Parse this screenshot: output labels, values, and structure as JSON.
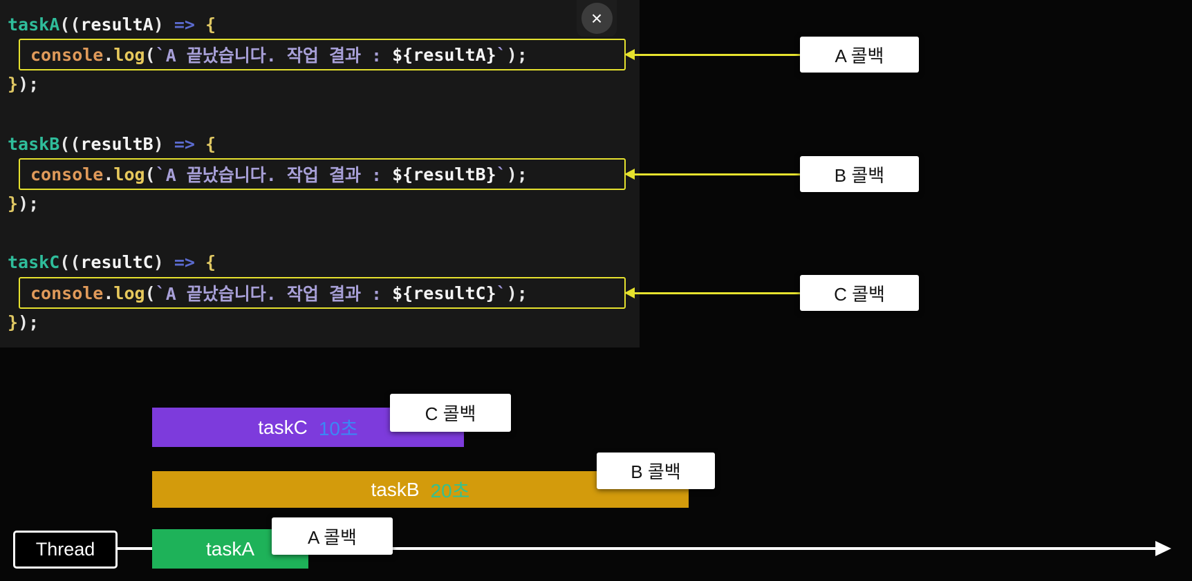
{
  "colors": {
    "page_background": "#060606",
    "code_background": "#181818",
    "highlight_yellow": "#e6e22e",
    "thread_arrow_white": "#ffffff"
  },
  "syntax_colors": {
    "function_name": "#2fbd9b",
    "plain": "#e8e8e8",
    "arrow_operator": "#5b6bcf",
    "brace": "#dfc763",
    "console": "#e09a5a",
    "log": "#e7c95c",
    "string": "#a8a0d8",
    "template_var": "#f5f5f5"
  },
  "close_button": {
    "glyph": "×"
  },
  "code": {
    "blocks": [
      {
        "header": {
          "fn": "taskA",
          "open": "((",
          "param": "resultA",
          "close": ") ",
          "arrow": "=> ",
          "brace": "{"
        },
        "log": {
          "console": "console",
          "dot": ".",
          "log": "log",
          "paren": "(",
          "tick_open": "`",
          "text": "A 끝났습니다. 작업 결과 : ",
          "template": "${resultA}",
          "tick_close": "`",
          "end": ");"
        },
        "footer_brace": "}",
        "footer_rest": ");",
        "callback_label": "A 콜백"
      },
      {
        "header": {
          "fn": "taskB",
          "open": "((",
          "param": "resultB",
          "close": ") ",
          "arrow": "=> ",
          "brace": "{"
        },
        "log": {
          "console": "console",
          "dot": ".",
          "log": "log",
          "paren": "(",
          "tick_open": "`",
          "text": "A 끝났습니다. 작업 결과 : ",
          "template": "${resultB}",
          "tick_close": "`",
          "end": ");"
        },
        "footer_brace": "}",
        "footer_rest": ");",
        "callback_label": "B 콜백"
      },
      {
        "header": {
          "fn": "taskC",
          "open": "((",
          "param": "resultC",
          "close": ") ",
          "arrow": "=> ",
          "brace": "{"
        },
        "log": {
          "console": "console",
          "dot": ".",
          "log": "log",
          "paren": "(",
          "tick_open": "`",
          "text": "A 끝났습니다. 작업 결과 : ",
          "template": "${resultC}",
          "tick_close": "`",
          "end": ");"
        },
        "footer_brace": "}",
        "footer_rest": ");",
        "callback_label": "C 콜백"
      }
    ]
  },
  "timeline": {
    "thread_label": "Thread",
    "bars": [
      {
        "name": "taskC",
        "duration": "10초",
        "duration_color": "#3b87f5",
        "bar_color": "#7d3bdc",
        "callback_label": "C 콜백"
      },
      {
        "name": "taskB",
        "duration": "20초",
        "duration_color": "#35c08f",
        "bar_color": "#d39b0c",
        "callback_label": "B 콜백"
      },
      {
        "name": "taskA",
        "duration": "",
        "duration_color": "#ffffff",
        "bar_color": "#1eb259",
        "callback_label": "A 콜백"
      }
    ]
  }
}
